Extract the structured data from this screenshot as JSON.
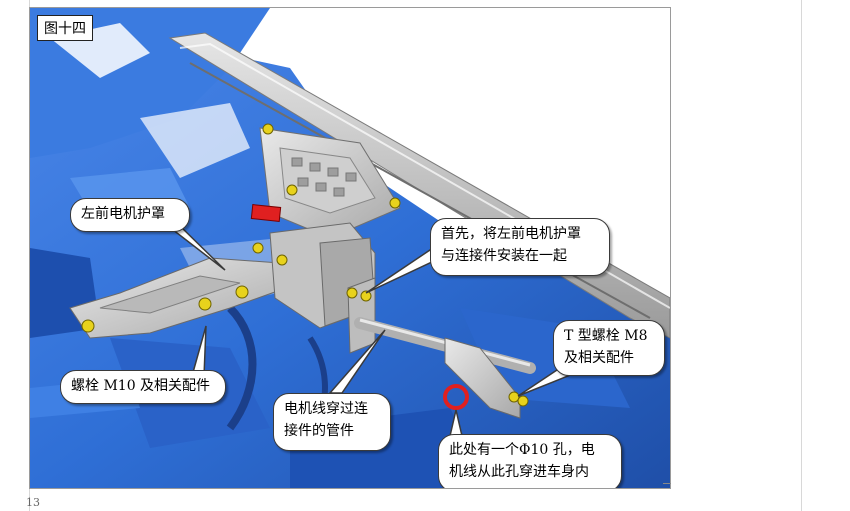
{
  "figure": {
    "label": "图十四"
  },
  "callouts": {
    "left_motor_cover": "左前电机护罩",
    "install_step": [
      "首先，将左前电机护罩",
      "与连接件安装在一起"
    ],
    "t_bolt": [
      "T 型螺栓  M8",
      "及相关配件"
    ],
    "bolt_m10": "螺栓 M10 及相关配件",
    "wire_through_pipe": [
      "电机线穿过连",
      "接件的管件"
    ],
    "hole_note": [
      "此处有一个Φ10 孔，电",
      "机线从此孔穿进车身内"
    ]
  },
  "page_number": "13",
  "colors": {
    "body_blue": "#2f6fd6",
    "bracket_grey": "#c8c8c8",
    "bolt_yellow": "#e8d21c",
    "marker_red": "#e02020"
  }
}
